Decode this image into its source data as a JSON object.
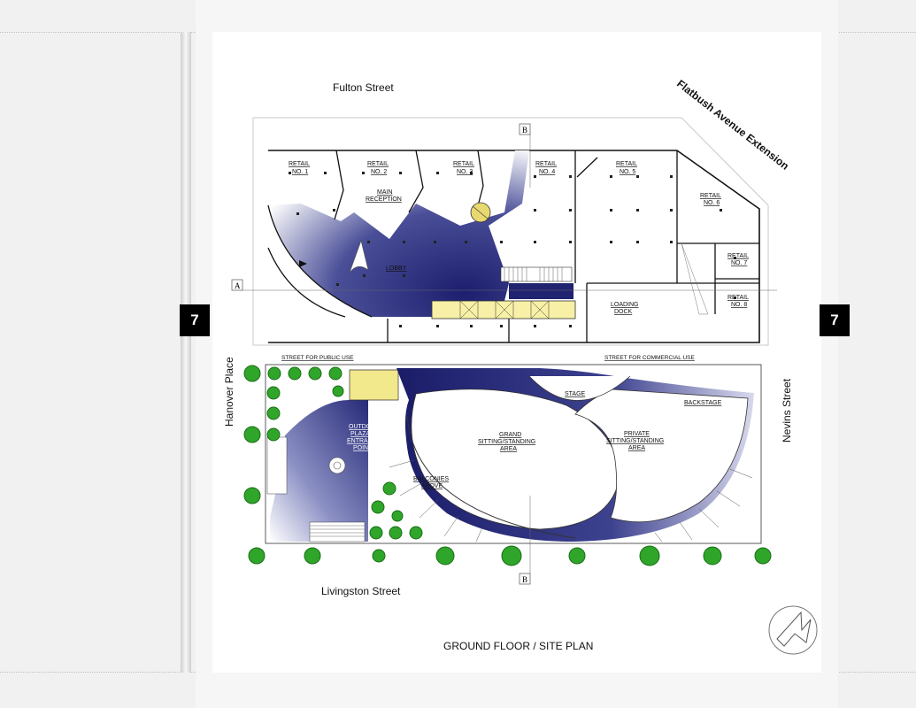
{
  "page_number": "7",
  "title": "GROUND FLOOR / SITE PLAN",
  "streets": {
    "north": "Fulton Street",
    "northeast": "Flatbush Avenue Extension",
    "west": "Hanover Place",
    "east": "Nevins Street",
    "south": "Livingston Street"
  },
  "section_marks": {
    "a": "A",
    "b_top": "B",
    "b_bottom": "B"
  },
  "rooms": {
    "retail1": [
      "RETAIL",
      "NO. 1"
    ],
    "retail2": [
      "RETAIL",
      "NO. 2"
    ],
    "retail3": [
      "RETAIL",
      "NO. 3"
    ],
    "retail4": [
      "RETAIL",
      "NO. 4"
    ],
    "retail5": [
      "RETAIL",
      "NO. 5"
    ],
    "retail6": [
      "RETAIL",
      "NO. 6"
    ],
    "retail7": [
      "RETAIL",
      "NO. 7"
    ],
    "retail8": [
      "RETAIL",
      "NO. 8"
    ],
    "main_reception": [
      "MAIN",
      "RECEPTION"
    ],
    "lobby": "LOBBY",
    "loading_dock": [
      "LOADING",
      "DOCK"
    ],
    "stage": "STAGE",
    "backstage": "BACKSTAGE",
    "grand": [
      "GRAND",
      "SITTING/STANDING",
      "AREA"
    ],
    "private": [
      "PRIVATE",
      "SITTING/STANDING",
      "AREA"
    ],
    "plaza": [
      "OUTDOOR",
      "PLAZA/",
      "ENTRANCE",
      "POINT"
    ],
    "balconies": [
      "BALCONIES",
      "ABOVE"
    ]
  },
  "street_uses": {
    "public": "STREET FOR PUBLIC USE",
    "commercial": "STREET FOR COMMERCIAL USE"
  }
}
